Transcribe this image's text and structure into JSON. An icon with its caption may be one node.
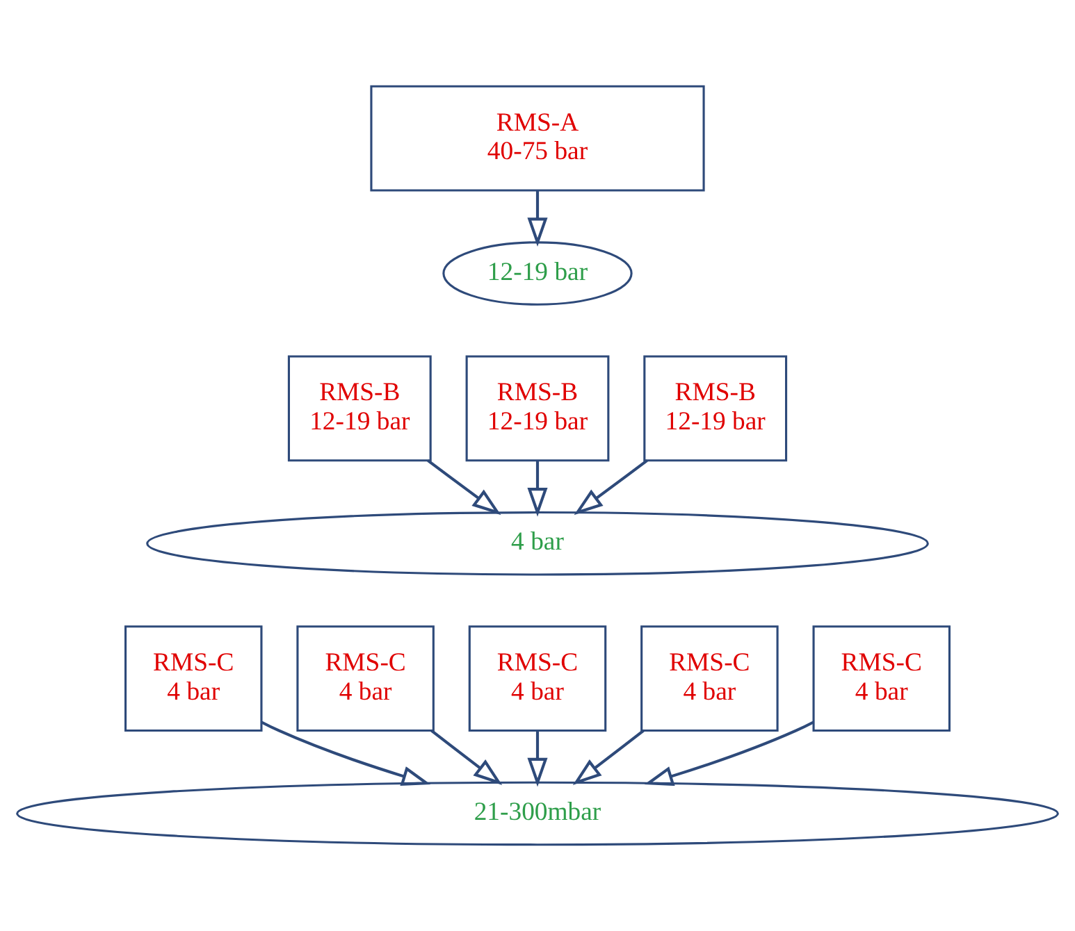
{
  "diagram": {
    "nodes": [
      {
        "text": [
          "RMS-A",
          "40-75 bar"
        ]
      },
      {
        "text": [
          "12-19 bar"
        ]
      },
      {
        "text": [
          "RMS-B",
          "12-19 bar"
        ]
      },
      {
        "text": [
          "RMS-B",
          "12-19 bar"
        ]
      },
      {
        "text": [
          "RMS-B",
          "12-19 bar"
        ]
      },
      {
        "text": [
          "4 bar"
        ]
      },
      {
        "text": [
          "RMS-C",
          "4 bar"
        ]
      },
      {
        "text": [
          "RMS-C",
          "4 bar"
        ]
      },
      {
        "text": [
          "RMS-C",
          "4 bar"
        ]
      },
      {
        "text": [
          "RMS-C",
          "4 bar"
        ]
      },
      {
        "text": [
          "RMS-C",
          "4 bar"
        ]
      },
      {
        "text": [
          "21-300mbar"
        ]
      }
    ],
    "edges": [
      {
        "from": 0,
        "to": 1,
        "arrow": "to"
      },
      {
        "from": 2,
        "to": 5,
        "arrow": "to"
      },
      {
        "from": 3,
        "to": 5,
        "arrow": "to"
      },
      {
        "from": 4,
        "to": 5,
        "arrow": "to"
      },
      {
        "from": 6,
        "to": 11,
        "arrow": "to"
      },
      {
        "from": 7,
        "to": 11,
        "arrow": "to"
      },
      {
        "from": 8,
        "to": 11,
        "arrow": "to"
      },
      {
        "from": 9,
        "to": 11,
        "arrow": "to"
      },
      {
        "from": 10,
        "to": 11,
        "arrow": "to"
      }
    ]
  }
}
